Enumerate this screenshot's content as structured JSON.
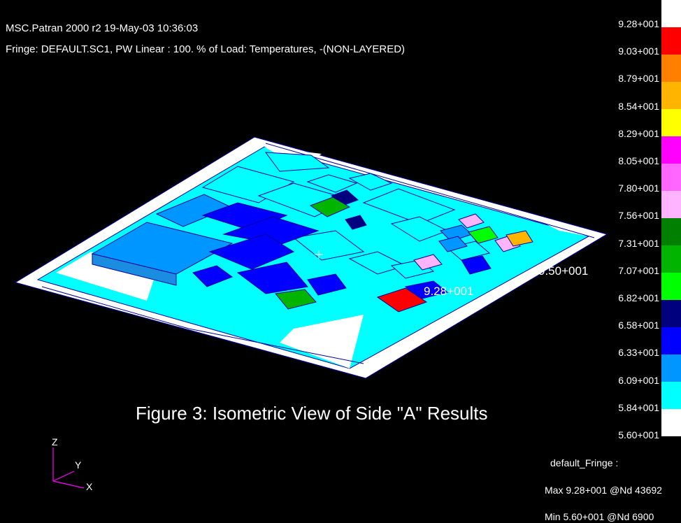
{
  "header": {
    "line1": "MSC.Patran 2000 r2 19-May-03 10:36:03",
    "line2": "Fringe: DEFAULT.SC1, PW Linear : 100. % of Load: Temperatures, -(NON-LAYERED)"
  },
  "caption": "Figure 3: Isometric View of Side \"A\" Results",
  "legend": {
    "values": [
      "9.28+001",
      "9.03+001",
      "8.79+001",
      "8.54+001",
      "8.29+001",
      "8.05+001",
      "7.80+001",
      "7.56+001",
      "7.31+001",
      "7.07+001",
      "6.82+001",
      "6.58+001",
      "6.33+001",
      "6.09+001",
      "5.84+001",
      "5.60+001"
    ],
    "colors": [
      "#ffffff",
      "#ff0000",
      "#ff7f00",
      "#ffb400",
      "#ffff00",
      "#ff00ff",
      "#ff66ff",
      "#ffb4ff",
      "#007f00",
      "#00b400",
      "#00ff00",
      "#00007f",
      "#0000ff",
      "#0096ff",
      "#00ffff",
      "#ffffff"
    ]
  },
  "fringe_info": {
    "name": "default_Fringe :",
    "max": "Max 9.28+001 @Nd 43692",
    "min": "Min 5.60+001 @Nd 6900"
  },
  "axes": {
    "x": "X",
    "y": "Y",
    "z": "Z"
  },
  "model_labels": {
    "max_marker": "9.28+001",
    "secondary_marker": "9.50+001"
  }
}
